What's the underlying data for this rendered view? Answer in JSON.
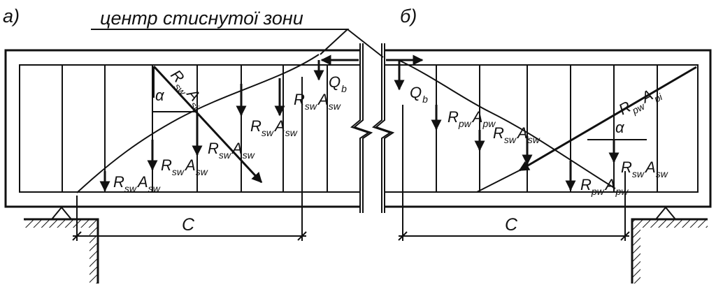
{
  "title": "центр стиснутої зони",
  "panel_a": {
    "tag": "а)",
    "span_label": "C",
    "alpha": "α",
    "qb": {
      "main": "Q",
      "sub": "b"
    },
    "r_si": {
      "r": "R",
      "rs": "sw",
      "a": "A",
      "as": "si"
    },
    "forces": [
      {
        "r": "R",
        "rs": "sw",
        "a": "A",
        "as": "sw"
      },
      {
        "r": "R",
        "rs": "sw",
        "a": "A",
        "as": "sw"
      },
      {
        "r": "R",
        "rs": "sw",
        "a": "A",
        "as": "sw"
      },
      {
        "r": "R",
        "rs": "sw",
        "a": "A",
        "as": "sw"
      },
      {
        "r": "R",
        "rs": "sw",
        "a": "A",
        "as": "sw"
      }
    ]
  },
  "panel_b": {
    "tag": "б)",
    "span_label": "C",
    "alpha": "α",
    "qb": {
      "main": "Q",
      "sub": "b"
    },
    "r_pi": {
      "r": "R",
      "rs": "pw",
      "a": "A",
      "as": "pi"
    },
    "forces_pw": [
      {
        "r": "R",
        "rs": "pw",
        "a": "A",
        "as": "pw"
      },
      {
        "r": "R",
        "rs": "pw",
        "a": "A",
        "as": "pw"
      }
    ],
    "forces_sw": [
      {
        "r": "R",
        "rs": "sw",
        "a": "A",
        "as": "sw"
      },
      {
        "r": "R",
        "rs": "sw",
        "a": "A",
        "as": "sw"
      }
    ]
  }
}
